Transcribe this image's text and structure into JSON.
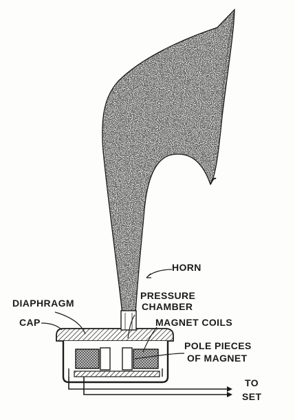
{
  "diagram": {
    "labels": {
      "horn": "HORN",
      "diaphragm": "DIAPHRAGM",
      "pressure_line1": "PRESSURE",
      "pressure_line2": "CHAMBER",
      "cap": "CAP",
      "magnet_coils": "MAGNET COILS",
      "pole_line1": "POLE PIECES",
      "pole_line2": "OF MAGNET",
      "to": "TO",
      "set": "SET"
    },
    "colors": {
      "ink": "#1b1b1b",
      "paper": "#fdfdfb",
      "stipple": "#2a2a2a"
    }
  }
}
